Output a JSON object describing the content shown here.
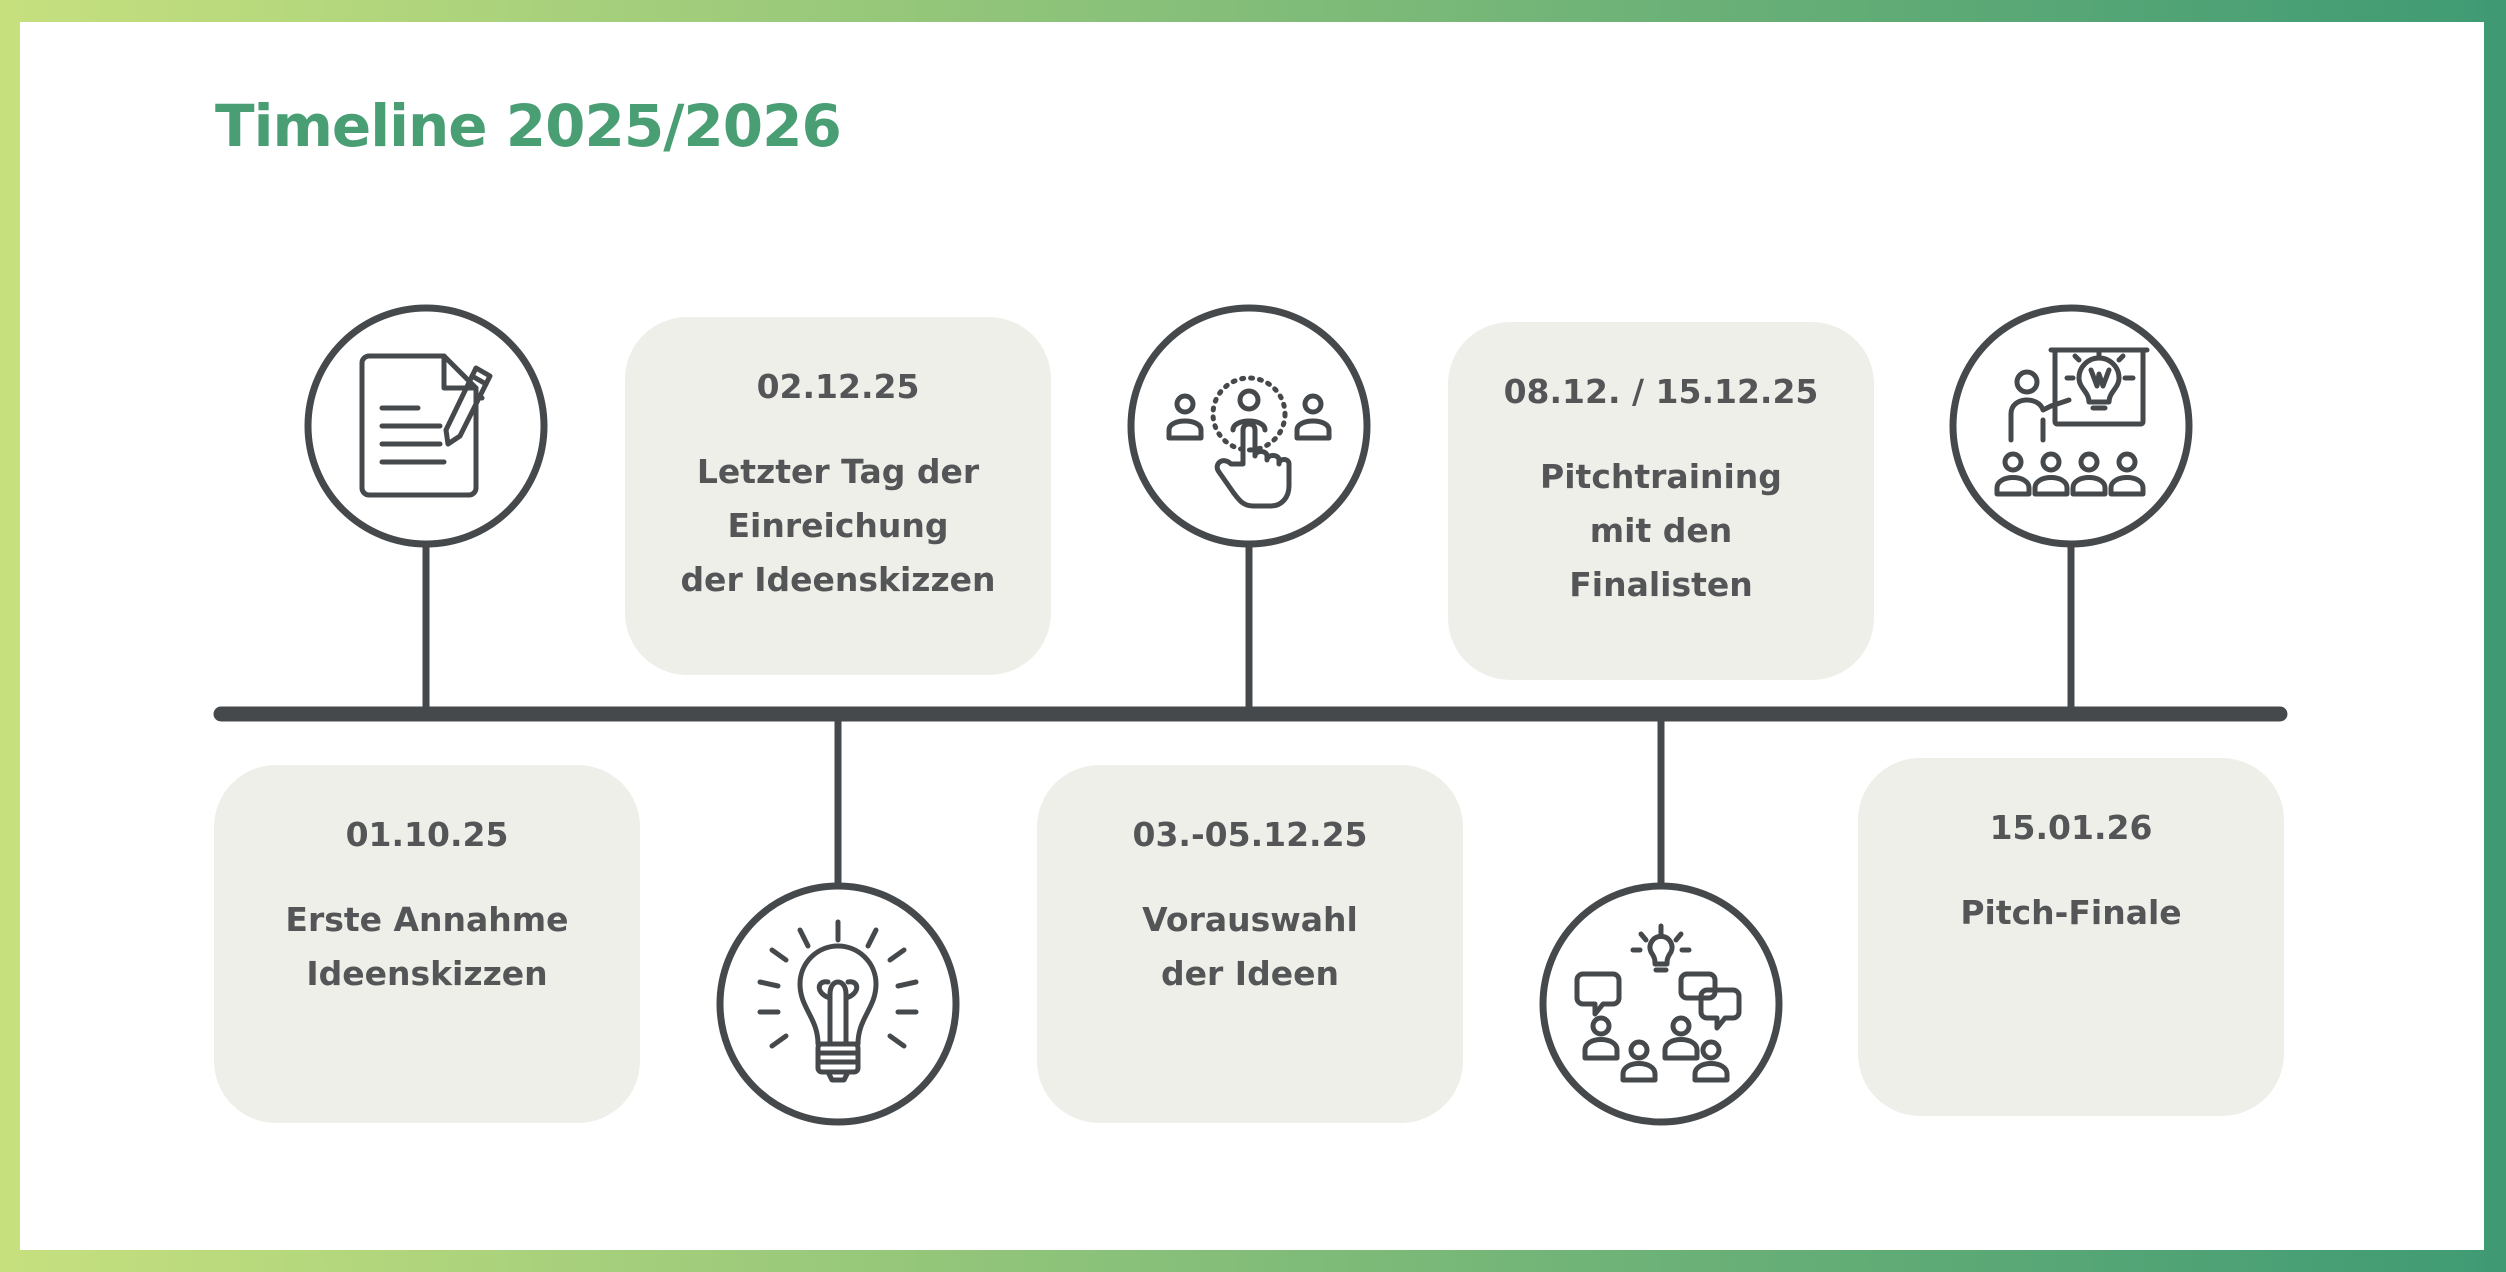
{
  "title": "Timeline 2025/2026",
  "colors": {
    "title": "#4a9e74",
    "line": "#46494c",
    "card_bg": "#efefea",
    "card_text": "#545557",
    "border_start": "#c6e07e",
    "border_end": "#3f9a74"
  },
  "events": [
    {
      "date": "01.10.25",
      "label": "Erste Annahme\nIdeenskizzen",
      "icon": "document-pencil-icon"
    },
    {
      "date": "02.12.25",
      "label": "Letzter Tag der\nEinreichung\nder Ideenskizzen",
      "icon": "lightbulb-icon"
    },
    {
      "date": "03.-05.12.25",
      "label": "Vorauswahl\nder Ideen",
      "icon": "selection-hand-icon"
    },
    {
      "date": "08.12. / 15.12.25",
      "label": "Pitchtraining\nmit den\nFinalisten",
      "icon": "discussion-group-icon"
    },
    {
      "date": "15.01.26",
      "label": "Pitch-Finale",
      "icon": "presentation-audience-icon"
    }
  ]
}
